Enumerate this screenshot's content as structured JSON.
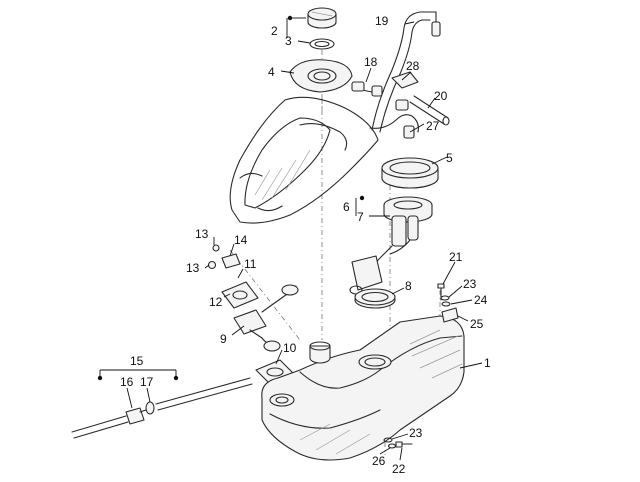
{
  "diagram": {
    "callouts": [
      "1",
      "2",
      "3",
      "4",
      "5",
      "6",
      "7",
      "8",
      "9",
      "10",
      "11",
      "12",
      "13",
      "13",
      "14",
      "15",
      "16",
      "17",
      "18",
      "19",
      "20",
      "21",
      "22",
      "23",
      "23",
      "24",
      "25",
      "26",
      "27",
      "28"
    ]
  }
}
